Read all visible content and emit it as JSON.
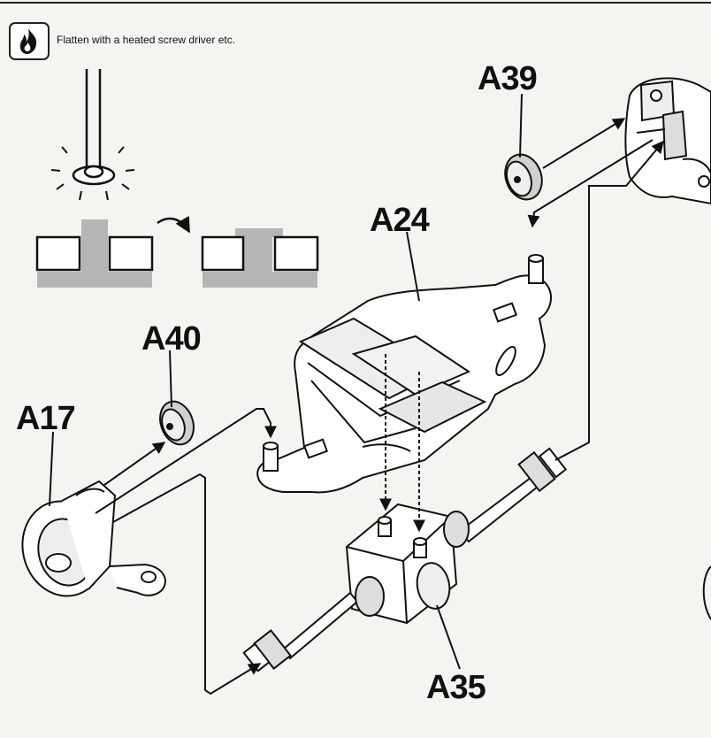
{
  "instruction": {
    "icon": "flame-icon",
    "text": "Flatten with a heated screw driver etc."
  },
  "parts": {
    "a39": "A39",
    "a24": "A24",
    "a40": "A40",
    "a17": "A17",
    "a35": "A35"
  },
  "colors": {
    "line": "#1a1a1a",
    "part_fill": "#ffffff",
    "part_shade": "#c8c8c8",
    "plastic": "#b5b5b5",
    "background": "#f5f4f0"
  }
}
